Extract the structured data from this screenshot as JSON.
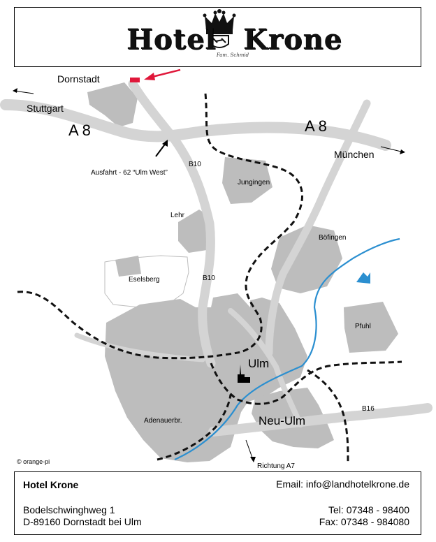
{
  "header": {
    "logo_word_left": "Hotel",
    "logo_word_right": "Krone",
    "logo_subtitle": "Fam. Schmid"
  },
  "map": {
    "labels": {
      "dornstadt": "Dornstadt",
      "stuttgart": "Stuttgart",
      "a8_left": "A 8",
      "a8_right": "A 8",
      "muenchen": "München",
      "ausfahrt": "Ausfahrt - 62 “Ulm West”",
      "b10_top": "B10",
      "b10_mid": "B10",
      "jungingen": "Jungingen",
      "lehr": "Lehr",
      "boefingen": "Böfingen",
      "eselsberg": "Eselsberg",
      "pfuhl": "Pfuhl",
      "ulm": "Ulm",
      "adenauerbr": "Adenauerbr.",
      "b16": "B16",
      "neu_ulm": "Neu-Ulm",
      "richtung_a7": "Richtung A7"
    },
    "colors": {
      "urban_area": "#bdbdbd",
      "road": "#d4d4d4",
      "river": "#2b8fd0",
      "hotel_marker": "#e0173a",
      "route": "#111111"
    },
    "icons": [
      "hotel-marker-icon",
      "red-arrow-icon",
      "church-icon",
      "blue-arrow-icon"
    ]
  },
  "copyright": "© orange-pi",
  "footer": {
    "name": "Hotel Krone",
    "street": "Bodelschwinghweg 1",
    "city": "D-89160 Dornstadt bei Ulm",
    "email": "Email: info@landhotelkrone.de",
    "tel": "Tel:  07348 - 98400",
    "fax": "Fax: 07348 - 984080"
  }
}
